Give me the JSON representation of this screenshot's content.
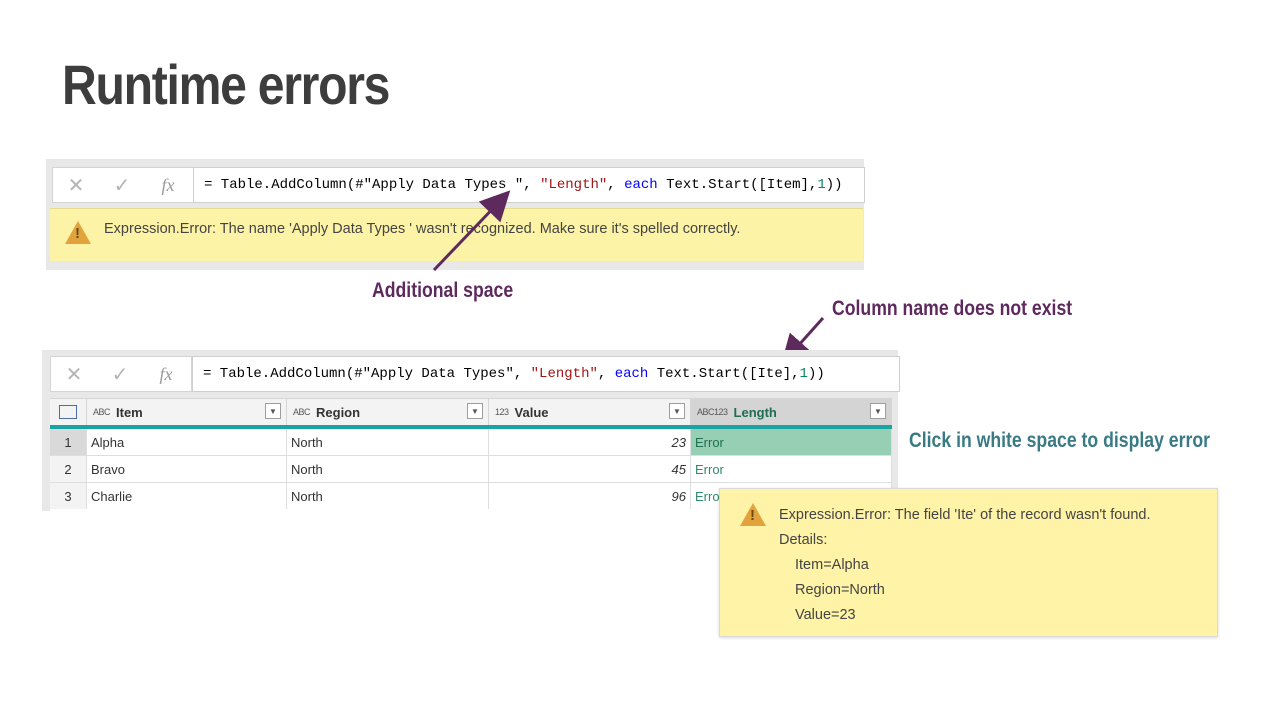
{
  "slide": {
    "title": "Runtime errors"
  },
  "formula_bar_1": {
    "parts": [
      "= Table.AddColumn(#\"Apply Data Types \", ",
      "\"Length\"",
      ", ",
      "each",
      " Text.Start([Item],",
      "1",
      "))"
    ],
    "error": "Expression.Error: The name 'Apply Data Types ' wasn't recognized.  Make sure it's spelled correctly."
  },
  "formula_bar_2": {
    "parts": [
      "= Table.AddColumn(#\"Apply Data Types\", ",
      "\"Length\"",
      ", ",
      "each",
      " Text.Start([Ite],",
      "1",
      "))"
    ]
  },
  "buttons": {
    "cancel": "✕",
    "commit": "✓",
    "fx": "fx"
  },
  "annotations": {
    "additional_space": "Additional space",
    "column_missing": "Column name does not exist",
    "click_white_space": "Click in white space to display error"
  },
  "colors": {
    "annotation_purple": "#5e2a5e",
    "annotation_teal": "#3a7a85",
    "error_yellow": "#fdf3a6",
    "accent_teal": "#1aa3a3"
  },
  "table": {
    "columns": [
      {
        "type_icon": "ABC",
        "label": "Item"
      },
      {
        "type_icon": "ABC",
        "label": "Region"
      },
      {
        "type_icon": "123",
        "label": "Value"
      },
      {
        "type_icon": "ABC123",
        "label": "Length"
      }
    ],
    "rows": [
      {
        "n": "1",
        "item": "Alpha",
        "region": "North",
        "value": "23",
        "length": "Error"
      },
      {
        "n": "2",
        "item": "Bravo",
        "region": "North",
        "value": "45",
        "length": "Error"
      },
      {
        "n": "3",
        "item": "Charlie",
        "region": "North",
        "value": "96",
        "length": "Erro"
      }
    ]
  },
  "error_popup": {
    "message": "Expression.Error: The field 'Ite' of the record wasn't found.",
    "details_label": "Details:",
    "details": [
      "Item=Alpha",
      "Region=North",
      "Value=23"
    ]
  }
}
